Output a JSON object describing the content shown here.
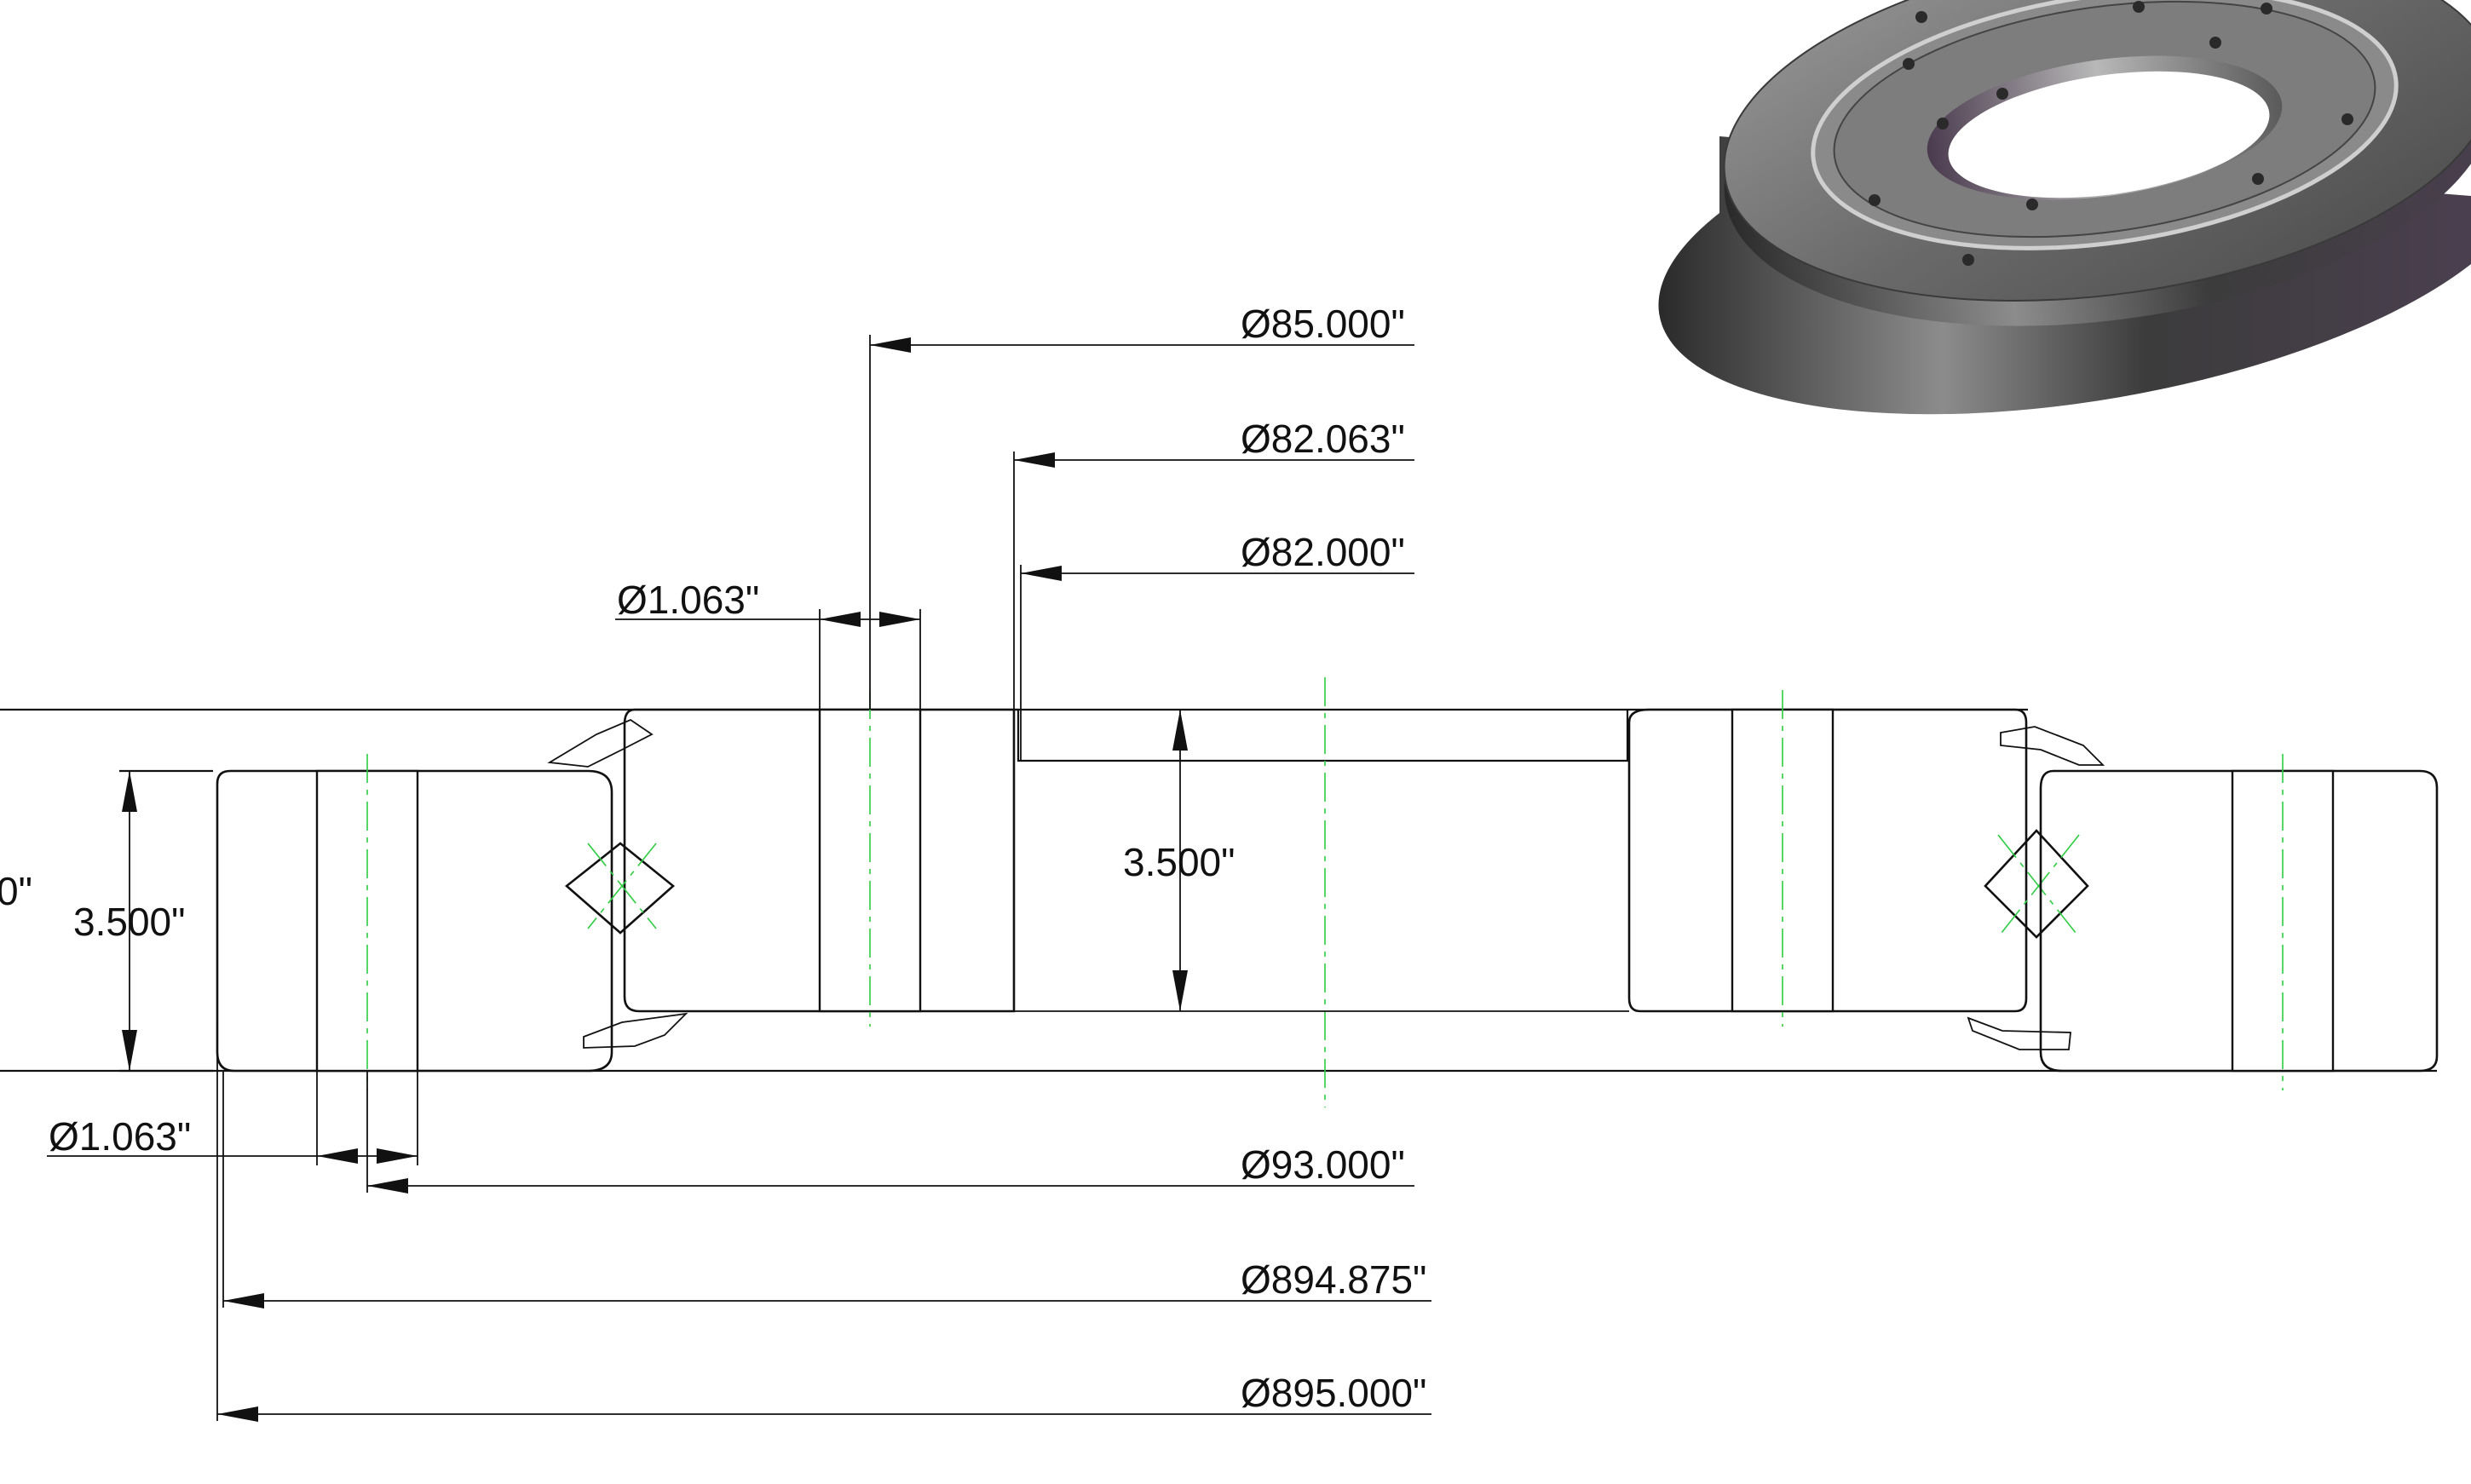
{
  "dimensions": {
    "d85": "Ø85.000\"",
    "d82_063": "Ø82.063\"",
    "d82_000": "Ø82.000\"",
    "hole_inner": "Ø1.063\"",
    "height_inner": "3.500\"",
    "height_outer": "3.500\"",
    "hole_outer": "Ø1.063\"",
    "d93": "Ø93.000\"",
    "d894_875": "Ø894.875\"",
    "d895": "Ø895.000\"",
    "cut_off_left": "0\""
  },
  "colors": {
    "line": "#111111",
    "center_line": "#2ecc40",
    "render_body": "#6e6e6e"
  },
  "icons": {
    "render": "bearing-3d-render"
  }
}
